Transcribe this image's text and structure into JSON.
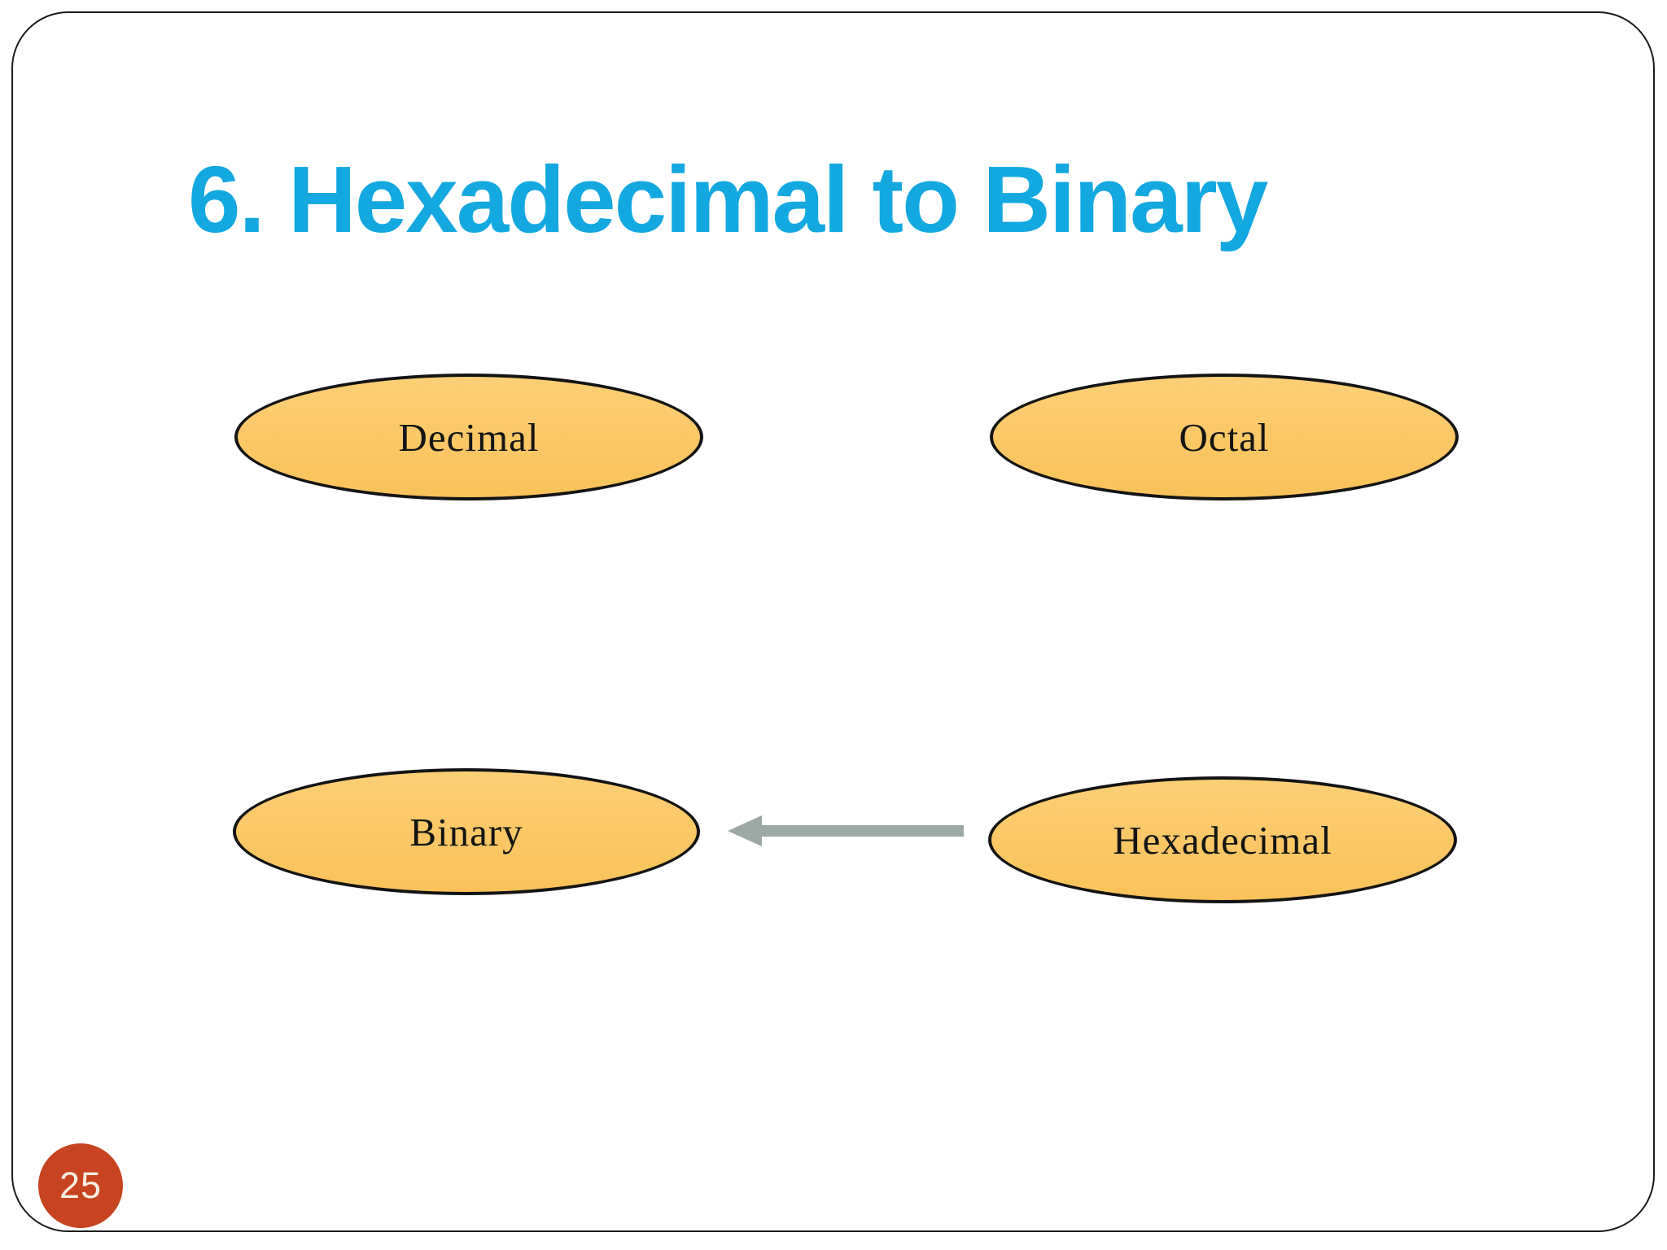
{
  "slide": {
    "title": "6. Hexadecimal to Binary",
    "page_number": "25"
  },
  "diagram": {
    "nodes": [
      {
        "id": "decimal",
        "label": "Decimal"
      },
      {
        "id": "octal",
        "label": "Octal"
      },
      {
        "id": "binary",
        "label": "Binary"
      },
      {
        "id": "hexadecimal",
        "label": "Hexadecimal"
      }
    ],
    "arrow": {
      "from": "Hexadecimal",
      "to": "Binary",
      "direction": "left"
    }
  },
  "colors": {
    "title_text": "#14a8e1",
    "node_fill": "#fbc765",
    "node_border": "#141414",
    "node_text": "#141414",
    "arrow": "#9ca8a3",
    "page_badge_fill": "#c8431f",
    "page_badge_text": "#f4eee3",
    "slide_border": "#1b1b1b"
  }
}
